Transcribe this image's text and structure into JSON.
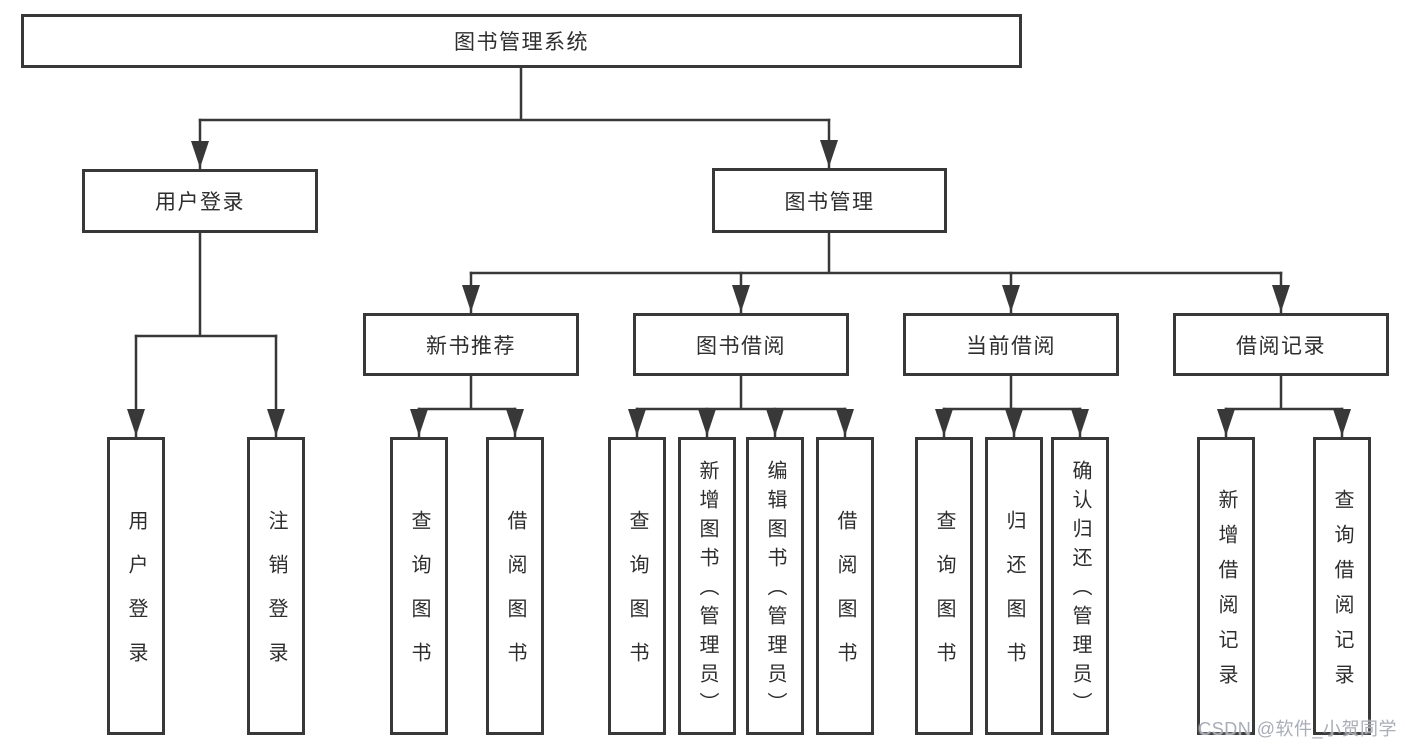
{
  "diagram": {
    "root": {
      "label": "图书管理系统"
    },
    "level2": [
      {
        "label": "用户登录"
      },
      {
        "label": "图书管理"
      }
    ],
    "level3": [
      {
        "label": "新书推荐"
      },
      {
        "label": "图书借阅"
      },
      {
        "label": "当前借阅"
      },
      {
        "label": "借阅记录"
      }
    ],
    "leaves": [
      {
        "label": "用户登录"
      },
      {
        "label": "注销登录"
      },
      {
        "label": "查询图书"
      },
      {
        "label": "借阅图书"
      },
      {
        "label": "查询图书"
      },
      {
        "label": "新增图书（管理员）"
      },
      {
        "label": "编辑图书（管理员）"
      },
      {
        "label": "借阅图书"
      },
      {
        "label": "查询图书"
      },
      {
        "label": "归还图书"
      },
      {
        "label": "确认归还（管理员）"
      },
      {
        "label": "新增借阅记录"
      },
      {
        "label": "查询借阅记录"
      }
    ],
    "watermark": "CSDN @软件_小贺同学",
    "colors": {
      "line": "#383838",
      "text": "#2e2e2e",
      "watermark": "#a8adb7",
      "background": "#ffffff"
    }
  }
}
